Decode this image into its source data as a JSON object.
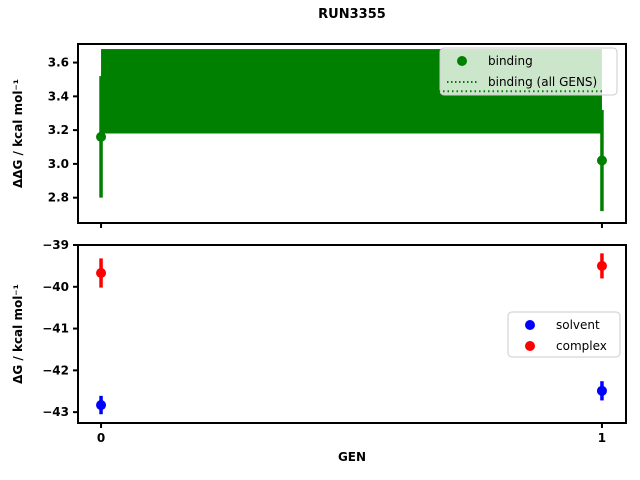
{
  "title": "RUN3355",
  "chart_data": [
    {
      "type": "scatter",
      "subplot": "top",
      "ylabel": "ΔΔG / kcal mol⁻¹",
      "x": [
        0,
        1
      ],
      "xlim": [
        -0.046,
        1.048
      ],
      "ylim": [
        2.65,
        3.71
      ],
      "series": [
        {
          "name": "binding",
          "color": "#008000",
          "marker": "circle",
          "values": [
            3.16,
            3.02
          ],
          "errors": [
            0.36,
            0.3
          ]
        }
      ],
      "band": {
        "name": "binding (all GENS)",
        "color": "#008000",
        "linestyle": "dotted",
        "low": 3.18,
        "high": 3.68
      },
      "yticks": [
        {
          "v": 3.6,
          "label": "3.6"
        },
        {
          "v": 3.4,
          "label": "3.4"
        },
        {
          "v": 3.2,
          "label": "3.2"
        },
        {
          "v": 3.0,
          "label": "3.0"
        },
        {
          "v": 2.8,
          "label": "2.8"
        }
      ],
      "xticks": [
        {
          "v": 0,
          "label": "0"
        },
        {
          "v": 1,
          "label": "1"
        }
      ],
      "show_xtick_labels": false,
      "legend": [
        {
          "label": "binding",
          "marker": "dot",
          "color": "#008000"
        },
        {
          "label": "binding (all GENS)",
          "marker": "dotted-line",
          "color": "#008000"
        }
      ],
      "legend_pos": "upper right"
    },
    {
      "type": "scatter",
      "subplot": "bottom",
      "ylabel": "ΔG / kcal mol⁻¹",
      "xlabel": "GEN",
      "x": [
        0,
        1
      ],
      "xlim": [
        -0.046,
        1.048
      ],
      "ylim": [
        -43.26,
        -39.0
      ],
      "series": [
        {
          "name": "solvent",
          "color": "#0000ff",
          "marker": "circle",
          "values": [
            -42.83,
            -42.49
          ],
          "errors": [
            0.22,
            0.23
          ]
        },
        {
          "name": "complex",
          "color": "#ff0000",
          "marker": "circle",
          "values": [
            -39.67,
            -39.5
          ],
          "errors": [
            0.35,
            0.3
          ]
        }
      ],
      "yticks": [
        {
          "v": -39,
          "label": "−39"
        },
        {
          "v": -40,
          "label": "−40"
        },
        {
          "v": -41,
          "label": "−41"
        },
        {
          "v": -42,
          "label": "−42"
        },
        {
          "v": -43,
          "label": "−43"
        }
      ],
      "xticks": [
        {
          "v": 0,
          "label": "0"
        },
        {
          "v": 1,
          "label": "1"
        }
      ],
      "show_xtick_labels": true,
      "legend": [
        {
          "label": "solvent",
          "marker": "dot",
          "color": "#0000ff"
        },
        {
          "label": "complex",
          "marker": "dot",
          "color": "#ff0000"
        }
      ],
      "legend_pos": "center right"
    }
  ]
}
